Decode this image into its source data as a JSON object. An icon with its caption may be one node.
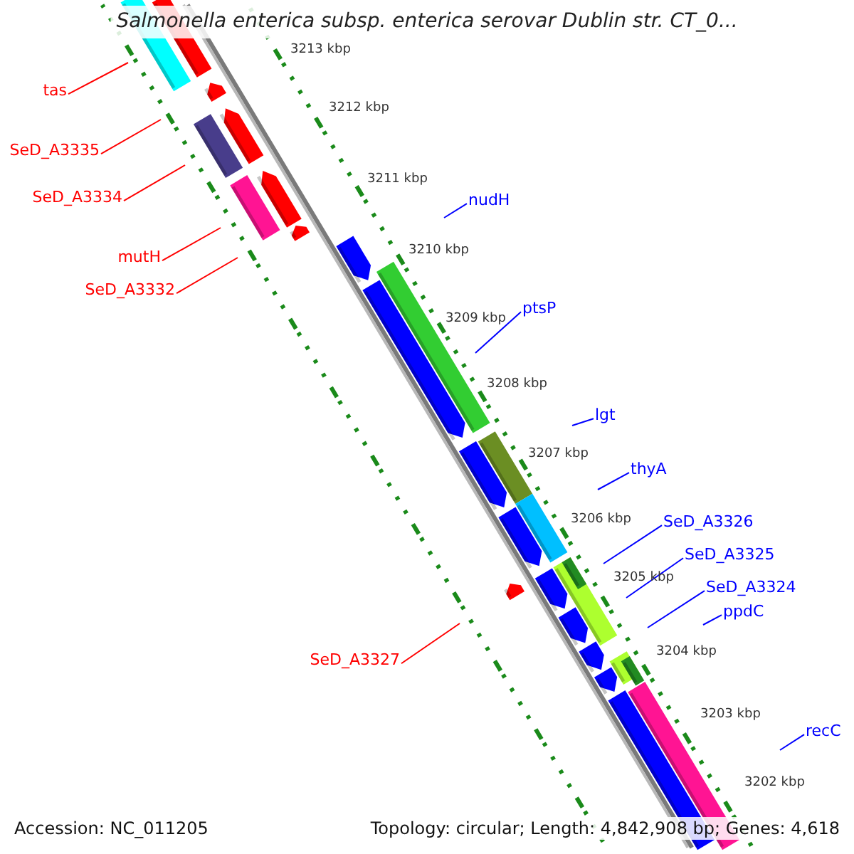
{
  "diagram": {
    "title": "Salmonella enterica subsp. enterica serovar Dublin str. CT_0...",
    "nodes": [
      {
        "text": [
          "tas"
        ]
      },
      {
        "text": [
          "SeD_A3335"
        ]
      },
      {
        "text": [
          "SeD_A3334"
        ]
      },
      {
        "text": [
          "nudH"
        ]
      },
      {
        "text": [
          "mutH"
        ]
      },
      {
        "text": [
          "SeD_A3332"
        ]
      },
      {
        "text": [
          "ptsP"
        ]
      },
      {
        "text": [
          "lgt"
        ]
      },
      {
        "text": [
          "thyA"
        ]
      },
      {
        "text": [
          "SeD_A3326"
        ]
      },
      {
        "text": [
          "SeD_A3325"
        ]
      },
      {
        "text": [
          "SeD_A3324"
        ]
      },
      {
        "text": [
          "ppdC"
        ]
      },
      {
        "text": [
          "SeD_A3327"
        ]
      },
      {
        "text": [
          "recC"
        ]
      }
    ],
    "edges": [
      {
        "from": 0,
        "to": null,
        "arrow": "none",
        "color": "#ff0000"
      },
      {
        "from": 1,
        "to": null,
        "arrow": "none",
        "color": "#ff0000"
      },
      {
        "from": 2,
        "to": null,
        "arrow": "none",
        "color": "#ff0000"
      },
      {
        "from": 3,
        "to": null,
        "arrow": "none"
      },
      {
        "from": 4,
        "to": null,
        "arrow": "none",
        "color": "#ff0000"
      },
      {
        "from": 5,
        "to": null,
        "arrow": "none",
        "color": "#ff0000"
      },
      {
        "from": 6,
        "to": null,
        "arrow": "none"
      },
      {
        "from": 7,
        "to": null,
        "arrow": "none"
      },
      {
        "from": 8,
        "to": null,
        "arrow": "none"
      },
      {
        "from": 9,
        "to": null,
        "arrow": "none"
      },
      {
        "from": 10,
        "to": null,
        "arrow": "none"
      },
      {
        "from": 11,
        "to": null,
        "arrow": "none"
      },
      {
        "from": 12,
        "to": null,
        "arrow": "none"
      },
      {
        "from": 13,
        "to": null,
        "arrow": "none",
        "color": "#ff0000"
      },
      {
        "from": 14,
        "to": null,
        "arrow": "none"
      }
    ],
    "labels": [
      "3213 kbp",
      "3212 kbp",
      "3211 kbp",
      "3210 kbp",
      "3209 kbp",
      "3208 kbp",
      "3207 kbp",
      "3206 kbp",
      "3205 kbp",
      "3204 kbp",
      "3203 kbp",
      "3202 kbp",
      "Accession: NC_011205",
      "Topology: circular; Length: 4,842,908 bp; Genes: 4,618"
    ]
  }
}
